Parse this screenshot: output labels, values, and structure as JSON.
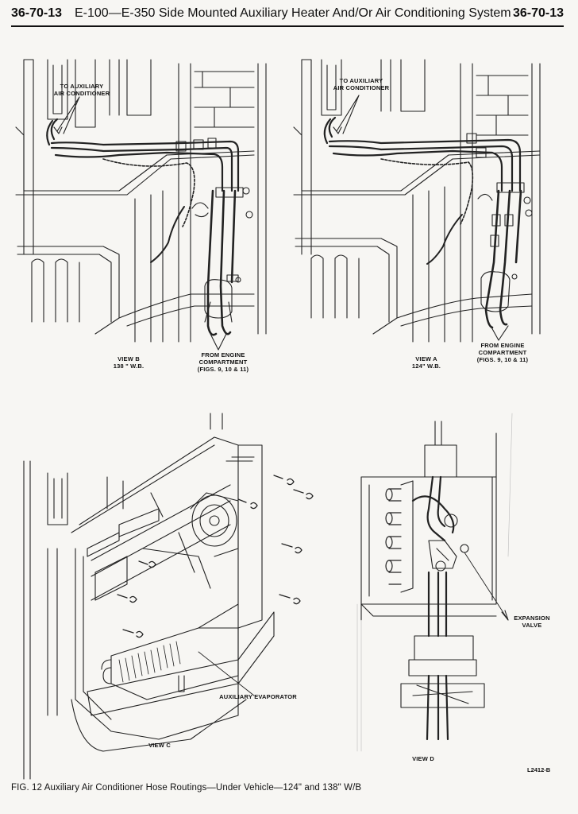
{
  "header": {
    "page_left": "36-70-13",
    "title": "E-100—E-350 Side Mounted Auxiliary Heater And/Or Air Conditioning System",
    "page_right": "36-70-13"
  },
  "views": {
    "view_b": {
      "label": "VIEW B\n138 \" W.B.",
      "to_aux_ac": "TO AUXILIARY\nAIR CONDITIONER",
      "from_engine": "FROM ENGINE\nCOMPARTMENT\n(FIGS. 9, 10 & 11)"
    },
    "view_a": {
      "label": "VIEW A\n124\" W.B.",
      "to_aux_ac": "TO AUXILIARY\nAIR CONDITIONER",
      "from_engine": "FROM ENGINE\nCOMPARTMENT\n(FIGS. 9, 10 & 11)"
    },
    "view_c": {
      "label": "VIEW C",
      "aux_evaporator": "AUXILIARY EVAPORATOR"
    },
    "view_d": {
      "label": "VIEW D",
      "expansion_valve": "EXPANSION\nVALVE"
    }
  },
  "figure_code": "L2412-B",
  "caption": "FIG. 12 Auxiliary Air Conditioner Hose Routings—Under Vehicle—124\" and 138\" W/B"
}
